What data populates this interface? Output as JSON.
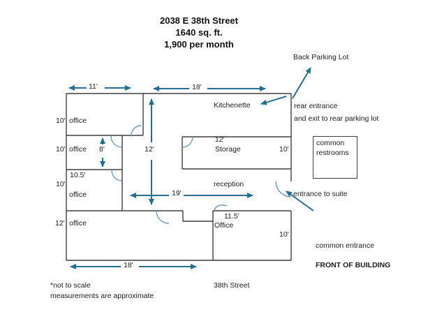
{
  "colors": {
    "arrow": "#256e93",
    "door_arc": "#6b9cc3",
    "wall": "#3f3f3f",
    "text": "#1c1c1c"
  },
  "header": {
    "address": "2038 E 38th Street",
    "area": "1640 sq. ft.",
    "price": "1,900 per month"
  },
  "dimensions": {
    "top_width_left": "11'",
    "top_width_right": "18'",
    "interior_height": "12'",
    "office2_height": "8'",
    "reception_width": "19'",
    "bottom_width": "18'"
  },
  "rooms": {
    "office1": {
      "height": "10'",
      "label": "office"
    },
    "office2": {
      "height": "10'",
      "label": "office"
    },
    "office3": {
      "height": "10'",
      "width": "10.5'",
      "label": "office"
    },
    "office4": {
      "height": "12'",
      "label": "office"
    },
    "kitchenette": {
      "label": "Kitchenette"
    },
    "storage": {
      "width": "12'",
      "label": "Storage",
      "height": "10'"
    },
    "reception": {
      "label": "reception"
    },
    "office5": {
      "width": "11.5'",
      "label": "Office",
      "height": "10'"
    },
    "restrooms": {
      "line1": "common",
      "line2": "restrooms"
    }
  },
  "annotations": {
    "back_parking_lot": "Back Parking Lot",
    "rear_entrance_line1": "rear entrance",
    "rear_entrance_line2": "and exit to rear parking lot",
    "entrance_to_suite": "entrance to suite",
    "common_entrance": "common entrance",
    "front_of_building": "FRONT OF BUILDING",
    "street": "38th Street",
    "footnote_line1": "*not to scale",
    "footnote_line2": "measurements are approximate"
  }
}
